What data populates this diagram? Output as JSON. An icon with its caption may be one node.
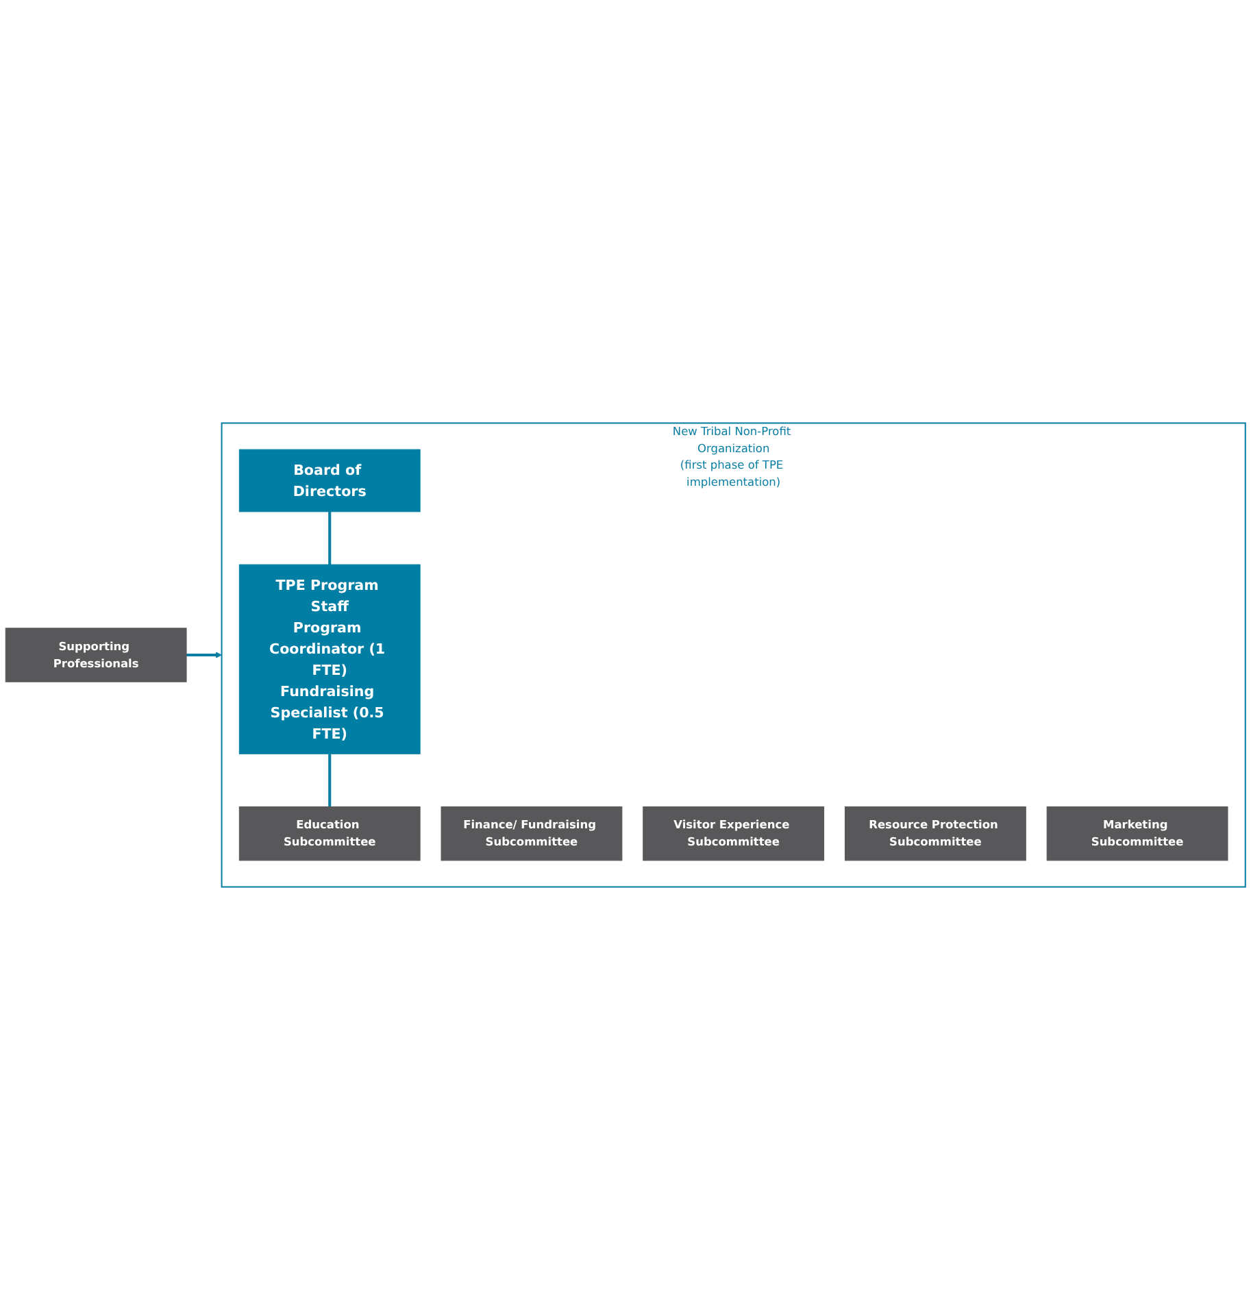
{
  "diagram": {
    "nodes": [
      {
        "text": [
          "New Tribal Non-Profit Organization",
          "(first phase of TPE implementation)"
        ]
      },
      {
        "text": [
          "Board of Directors"
        ],
        "in": 0
      },
      {
        "text": [
          "TPE Program Staff",
          "Program Coordinator (1 FTE)",
          "Fundraising Specialist (0.5 FTE)"
        ],
        "in": 0
      },
      {
        "text": [
          "Finance/ Fundraising Subcommittee"
        ],
        "in": 0
      },
      {
        "text": [
          "Visitor Experience Subcommittee"
        ],
        "in": 0
      },
      {
        "text": [
          "Education Subcommittee"
        ],
        "in": 0
      },
      {
        "text": [
          "Resource Protection Subcommittee"
        ],
        "in": 0
      },
      {
        "text": [
          "Marketing Subcommittee"
        ],
        "in": 0
      },
      {
        "text": [
          "Supporting Professionals"
        ]
      }
    ],
    "edges": [
      {
        "from": 1,
        "to": 2,
        "arrow": "none"
      },
      {
        "from": 2,
        "to": 5,
        "arrow": "none"
      },
      {
        "from": 8,
        "to": 0,
        "arrow": "to"
      }
    ]
  }
}
